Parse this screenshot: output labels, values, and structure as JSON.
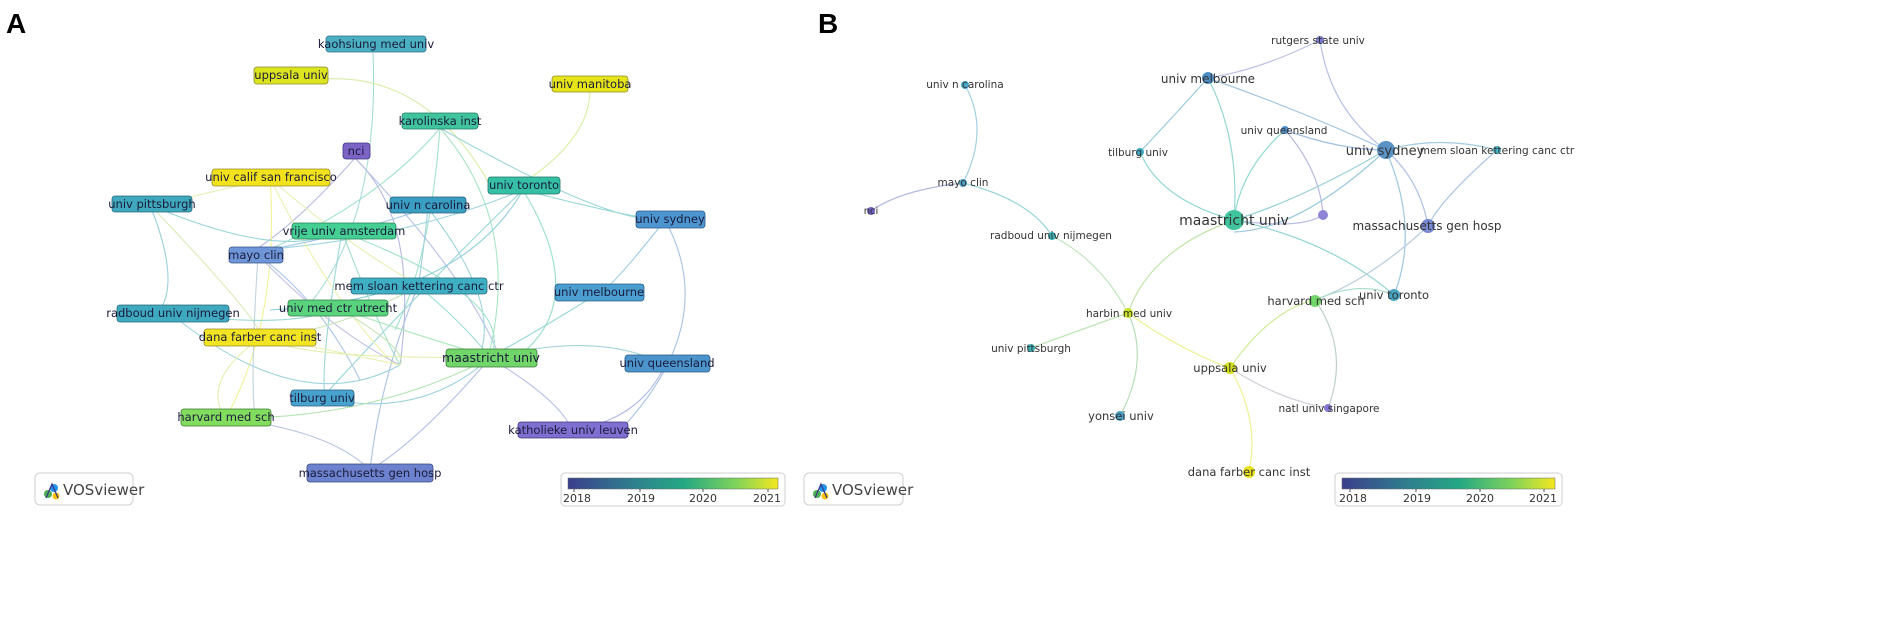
{
  "panels": [
    {
      "letter": "A",
      "nodes": [
        {
          "label": "kaohsiung med univ",
          "color": "#4ab0c1"
        },
        {
          "label": "uppsala univ",
          "color": "#dce31f"
        },
        {
          "label": "univ manitoba",
          "color": "#e6e419"
        },
        {
          "label": "karolinska inst",
          "color": "#3fc49e"
        },
        {
          "label": "nci",
          "color": "#7b64c6"
        },
        {
          "label": "univ calif san francisco",
          "color": "#f2e21c"
        },
        {
          "label": "univ toronto",
          "color": "#35c0a6"
        },
        {
          "label": "univ pittsburgh",
          "color": "#3fa8bd"
        },
        {
          "label": "univ n carolina",
          "color": "#3a9dc2"
        },
        {
          "label": "vrije univ amsterdam",
          "color": "#45cf93"
        },
        {
          "label": "univ sydney",
          "color": "#4d95d0"
        },
        {
          "label": "mayo clin",
          "color": "#6f96d8"
        },
        {
          "label": "mem sloan kettering canc ctr",
          "color": "#3fb0c3"
        },
        {
          "label": "univ melbourne",
          "color": "#4a9ed0"
        },
        {
          "label": "radboud univ nijmegen",
          "color": "#3fa9bf"
        },
        {
          "label": "univ med ctr utrecht",
          "color": "#59d47d"
        },
        {
          "label": "dana farber canc inst",
          "color": "#f2e423"
        },
        {
          "label": "maastricht univ",
          "color": "#70d66a"
        },
        {
          "label": "univ queensland",
          "color": "#4b94cc"
        },
        {
          "label": "tilburg univ",
          "color": "#47a2cd"
        },
        {
          "label": "harvard med sch",
          "color": "#82dc5e"
        },
        {
          "label": "katholieke univ leuven",
          "color": "#7e6fd0"
        },
        {
          "label": "massachusetts gen hosp",
          "color": "#6c82cf"
        }
      ]
    },
    {
      "letter": "B",
      "nodes": [
        {
          "label": "rutgers state univ",
          "color": "#7c7ad0"
        },
        {
          "label": "univ n carolina",
          "color": "#47a6c6"
        },
        {
          "label": "univ melbourne",
          "color": "#4f8fc8"
        },
        {
          "label": "univ queensland",
          "color": "#4f8fc8"
        },
        {
          "label": "tilburg univ",
          "color": "#3ba9bf"
        },
        {
          "label": "univ sydney",
          "color": "#5a94c7"
        },
        {
          "label": "mem sloan kettering canc ctr",
          "color": "#43b0c0"
        },
        {
          "label": "mayo clin",
          "color": "#4fa3c6"
        },
        {
          "label": "nci",
          "color": "#6e5fc0"
        },
        {
          "label": "maastricht univ",
          "color": "#3fc49e"
        },
        {
          "label": "",
          "color": "#8e84d6"
        },
        {
          "label": "massachusetts gen hosp",
          "color": "#7888d2"
        },
        {
          "label": "radboud univ nijmegen",
          "color": "#3bb2b6"
        },
        {
          "label": "univ toronto",
          "color": "#48a6c4"
        },
        {
          "label": "harvard med sch",
          "color": "#73d66a"
        },
        {
          "label": "harbin med univ",
          "color": "#c9e227"
        },
        {
          "label": "univ pittsburgh",
          "color": "#3ab3b6"
        },
        {
          "label": "uppsala univ",
          "color": "#d4e21f"
        },
        {
          "label": "yonsei univ",
          "color": "#4a9ec3"
        },
        {
          "label": "natl univ singapore",
          "color": "#8678d2"
        },
        {
          "label": "dana farber canc inst",
          "color": "#e9e21b"
        }
      ]
    }
  ],
  "branding": {
    "vosviewer": "VOSviewer"
  },
  "colorbar": {
    "ticks": [
      "2018",
      "2019",
      "2020",
      "2021"
    ],
    "gradient": [
      "#3b3f8c",
      "#2f7d8e",
      "#24a884",
      "#7fd35a",
      "#f4e71e"
    ]
  }
}
